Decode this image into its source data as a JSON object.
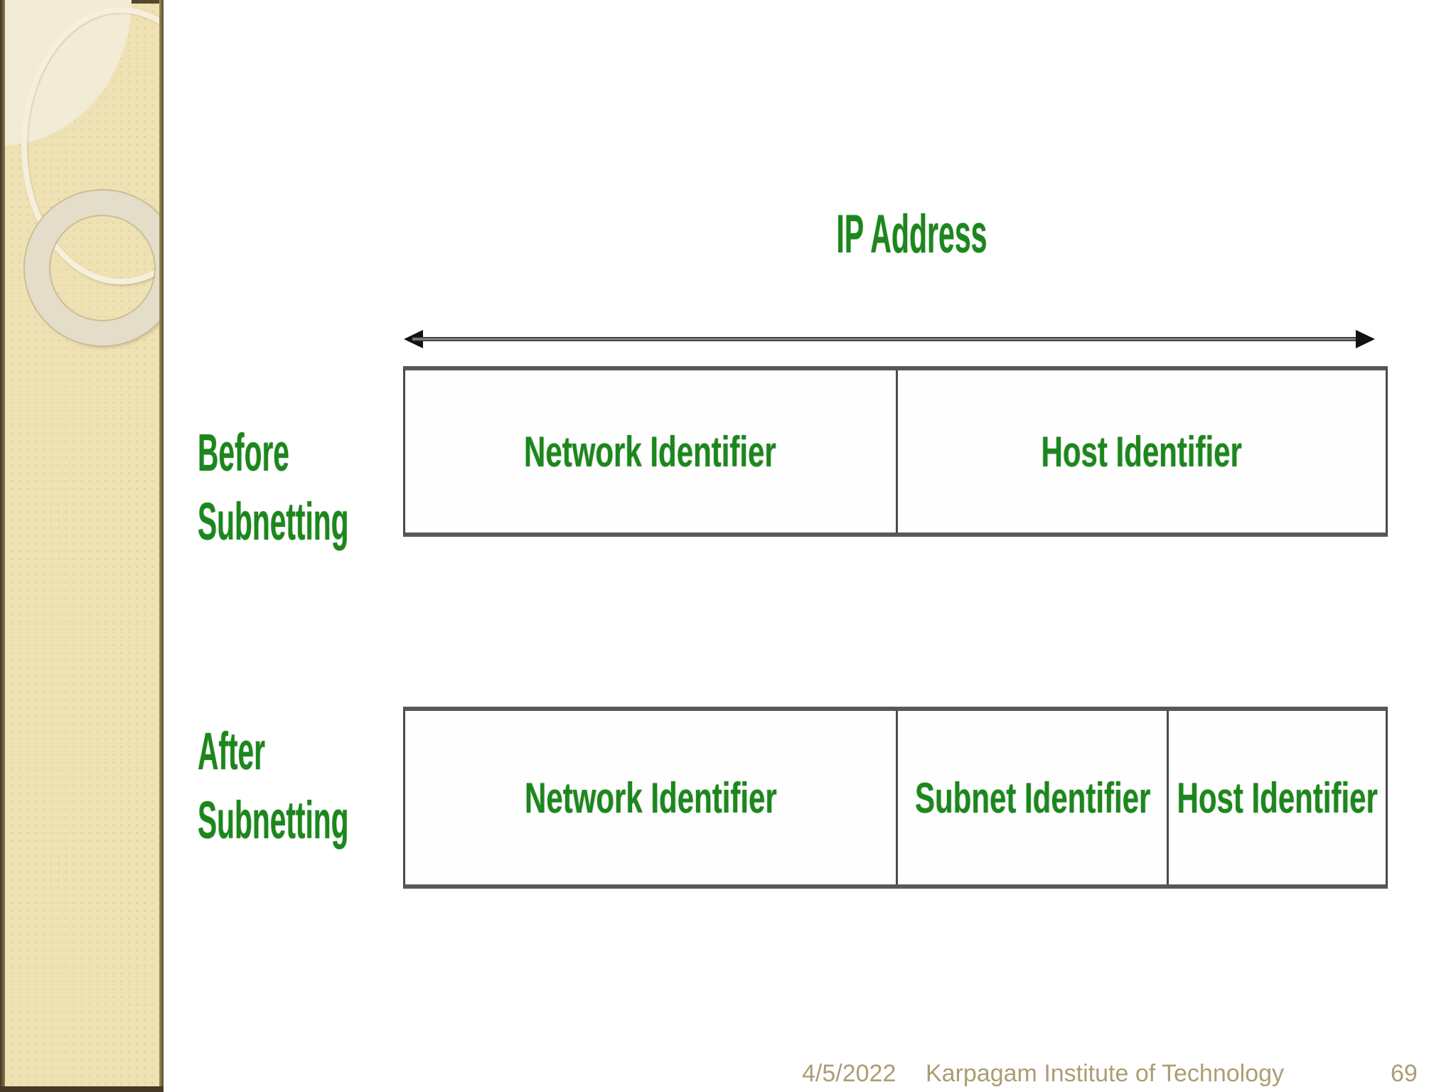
{
  "diagram": {
    "title": "IP Address",
    "before": {
      "label_line1": "Before",
      "label_line2": "Subnetting",
      "cells": [
        "Network Identifier",
        "Host Identifier"
      ]
    },
    "after": {
      "label_line1": "After",
      "label_line2": "Subnetting",
      "cells": [
        "Network Identifier",
        "Subnet Identifier",
        "Host Identifier"
      ]
    }
  },
  "footer": {
    "date": "4/5/2022",
    "institution": "Karpagam Institute of Technology",
    "page": "69"
  },
  "colors": {
    "diagram_text_green": "#1c871c",
    "footer_tan": "#ab9e73",
    "sidebar_beige": "#eee1b4",
    "sidebar_highlight": "#f2ebd6",
    "box_border_gray": "#4a4a4a"
  }
}
